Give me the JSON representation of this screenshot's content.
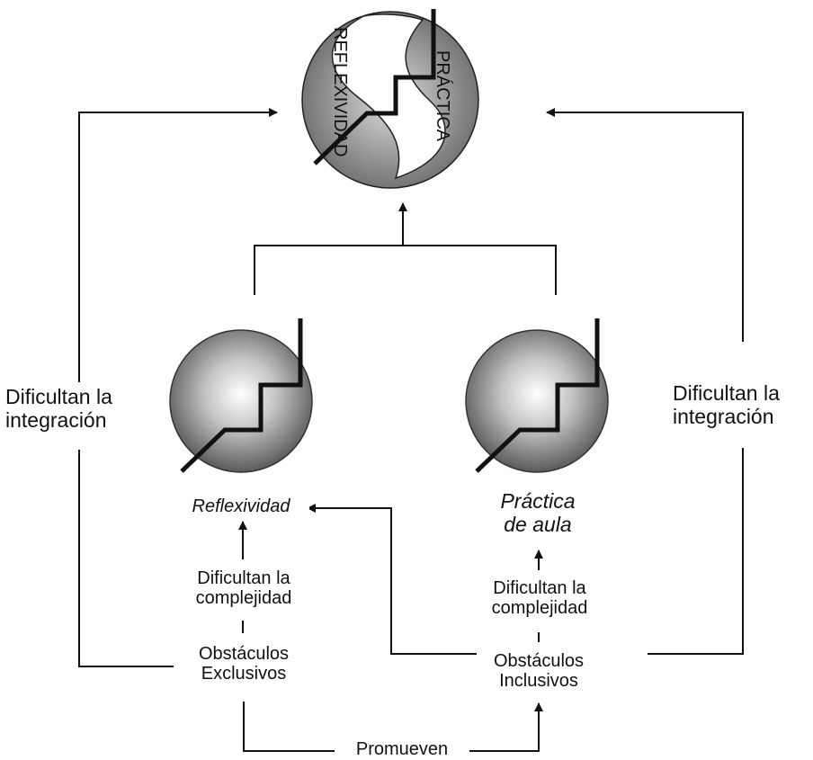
{
  "top_symbol": {
    "left_word": "REFLEXIVIDAD",
    "right_word": "PRÁCTICA"
  },
  "labels": {
    "left_side": [
      "Dificultan la",
      "integración"
    ],
    "right_side": [
      "Dificultan la",
      "integración"
    ],
    "reflexividad": "Reflexividad",
    "practica": [
      "Práctica",
      "de aula"
    ],
    "left_complexity": [
      "Dificultan la",
      "complejidad"
    ],
    "right_complexity": [
      "Dificultan la",
      "complejidad"
    ],
    "obstaculos_exclusivos": [
      "Obstáculos",
      "Exclusivos"
    ],
    "obstaculos_inclusivos": [
      "Obstáculos",
      "Inclusivos"
    ],
    "promueven": "Promueven"
  },
  "colors": {
    "line": "#111111",
    "sphere_light": "#ffffff",
    "sphere_dark": "#555555"
  }
}
